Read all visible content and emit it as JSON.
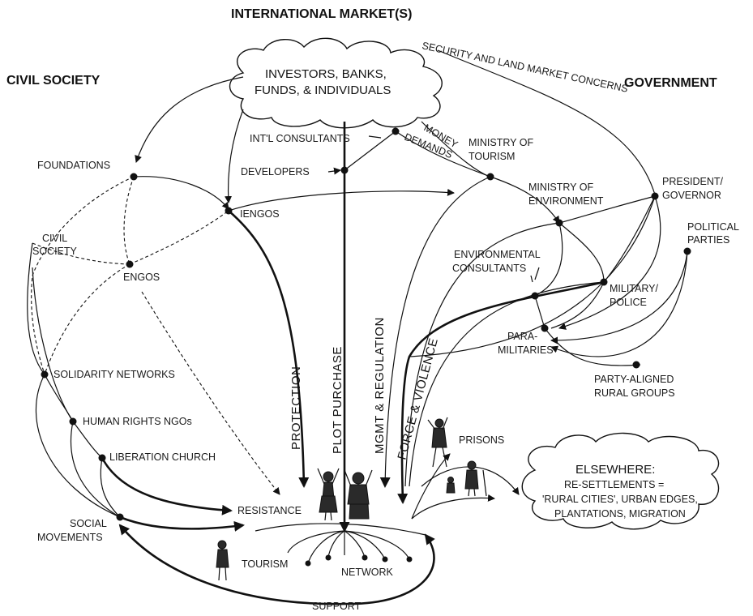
{
  "headers": {
    "market": "INTERNATIONAL MARKET(S)",
    "civil_society": "CIVIL SOCIETY",
    "government": "GOVERNMENT"
  },
  "cloud_investors": {
    "line1": "INVESTORS, BANKS,",
    "line2": "FUNDS, & INDIVIDUALS"
  },
  "cloud_elsewhere": {
    "line1": "ELSEWHERE:",
    "line2": "RE-SETTLEMENTS =",
    "line3": "'RURAL CITIES', URBAN EDGES,",
    "line4": "PLANTATIONS, MIGRATION"
  },
  "nodes": {
    "intl_consultants": "INT'L CONSULTANTS",
    "developers": "DEVELOPERS",
    "foundations": "FOUNDATIONS",
    "iengos": "IENGOS",
    "civil_society_1": "CIVIL",
    "civil_society_2": "SOCIETY",
    "engos": "ENGOS",
    "solidarity": "SOLIDARITY NETWORKS",
    "human_rights": "HUMAN RIGHTS NGOs",
    "liberation": "LIBERATION CHURCH",
    "social_1": "SOCIAL",
    "social_2": "MOVEMENTS",
    "min_tourism_1": "MINISTRY OF",
    "min_tourism_2": "TOURISM",
    "min_env_1": "MINISTRY OF",
    "min_env_2": "ENVIRONMENT",
    "president_1": "PRESIDENT/",
    "president_2": "GOVERNOR",
    "political_1": "POLITICAL",
    "political_2": "PARTIES",
    "env_consult_1": "ENVIRONMENTAL",
    "env_consult_2": "CONSULTANTS",
    "military_1": "MILITARY/",
    "military_2": "POLICE",
    "para_1": "PARA-",
    "para_2": "MILITARIES",
    "party_aligned_1": "PARTY-ALIGNED",
    "party_aligned_2": "RURAL GROUPS",
    "resistance": "RESISTANCE",
    "tourism": "TOURISM",
    "network": "NETWORK",
    "prisons": "PRISONS",
    "support": "SUPPORT"
  },
  "edge_labels": {
    "security": "SECURITY AND LAND MARKET CONCERNS",
    "money": "MONEY",
    "demands": "DEMANDS",
    "protection": "PROTECTION",
    "plot_purchase": "PLOT PURCHASE",
    "mgmt": "MGMT & REGULATION",
    "force": "FORCE & VIOLENCE"
  }
}
